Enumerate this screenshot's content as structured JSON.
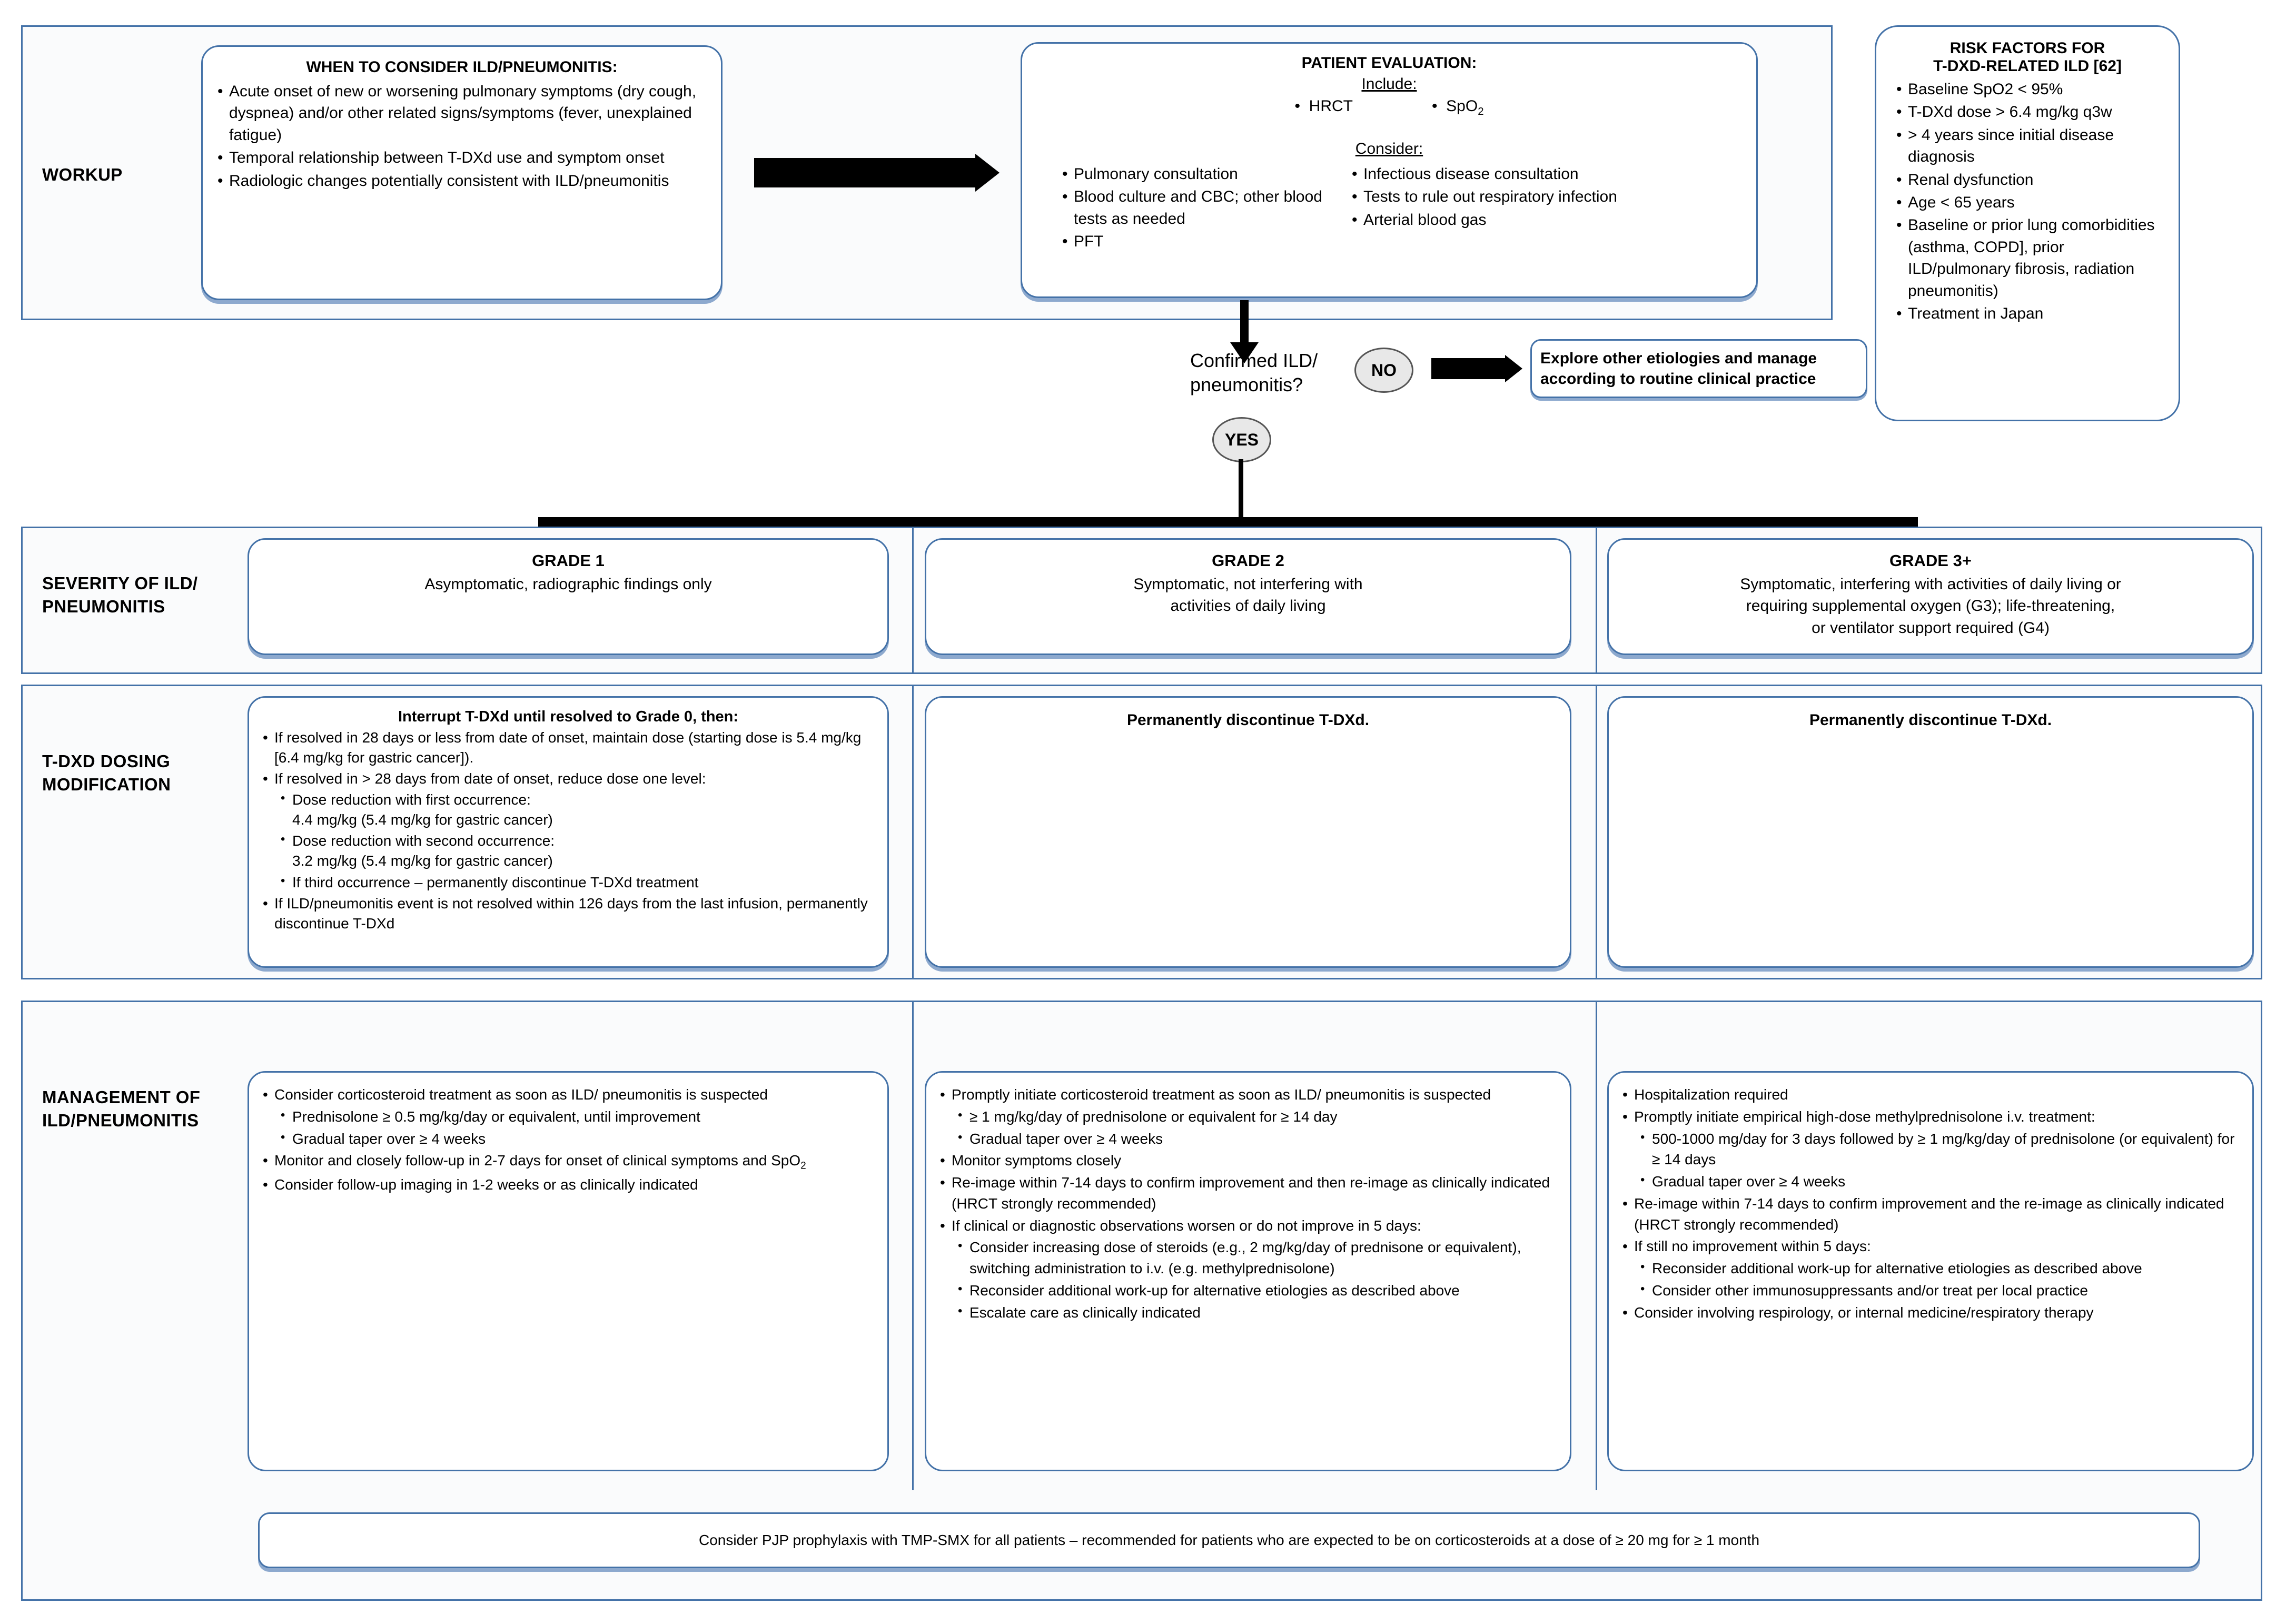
{
  "rows": {
    "workup_label": "WORKUP",
    "severity_label": "SEVERITY OF ILD/\nPNEUMONITIS",
    "dosing_label": "T-DXD DOSING\nMODIFICATION",
    "management_label": "MANAGEMENT OF\nILD/PNEUMONITIS"
  },
  "workup": {
    "when_to_consider": {
      "title": "WHEN TO CONSIDER ILD/PNEUMONITIS:",
      "bullets": [
        "Acute onset of new or worsening pulmonary symptoms (dry cough, dyspnea) and/or other related signs/symptoms (fever, unexplained fatigue)",
        "Temporal relationship between T-DXd use and symptom onset",
        "Radiologic changes potentially consistent with ILD/pneumonitis"
      ]
    },
    "patient_evaluation": {
      "title": "PATIENT EVALUATION:",
      "include_label": "Include:",
      "include_items": [
        "HRCT",
        "SpO2"
      ],
      "consider_label": "Consider:",
      "consider_left": [
        "Pulmonary consultation",
        "Blood culture and CBC; other blood tests as needed",
        "PFT"
      ],
      "consider_right": [
        "Infectious disease consultation",
        "Tests to rule out respiratory infection",
        "Arterial blood gas"
      ]
    }
  },
  "risk_factors": {
    "title_line1": "RISK FACTORS FOR",
    "title_line2": "T-DXD-RELATED ILD [62]",
    "items": [
      "Baseline SpO2 < 95%",
      "T-DXd dose > 6.4 mg/kg q3w",
      "> 4 years since initial disease diagnosis",
      "Renal dysfunction",
      "Age < 65 years",
      "Baseline or prior lung comorbidities (asthma, COPD], prior ILD/pulmonary fibrosis, radiation pneumonitis)",
      "Treatment in Japan"
    ]
  },
  "decision": {
    "question_line1": "Confirmed ILD/",
    "question_line2": "pneumonitis?",
    "no_label": "NO",
    "yes_label": "YES",
    "no_outcome_line1": "Explore other etiologies and manage",
    "no_outcome_line2": "according to routine clinical practice"
  },
  "severity": [
    {
      "title": "GRADE 1",
      "lines": [
        "Asymptomatic, radiographic findings only"
      ]
    },
    {
      "title": "GRADE 2",
      "lines": [
        "Symptomatic, not interfering with",
        "activities of daily living"
      ]
    },
    {
      "title": "GRADE 3+",
      "lines": [
        "Symptomatic, interfering with activities of daily living or",
        "requiring supplemental oxygen (G3); life-threatening,",
        "or ventilator support required (G4)"
      ]
    }
  ],
  "dosing": {
    "grade1": {
      "title": "Interrupt T-DXd until resolved to Grade 0, then:",
      "bullets": [
        {
          "text": "If resolved in 28 days or less from date of onset, maintain dose (starting dose is 5.4 mg/kg [6.4 mg/kg for gastric cancer]).",
          "sub": []
        },
        {
          "text": "If resolved in > 28 days from date of onset, reduce dose one level:",
          "sub": [
            "Dose reduction with first occurrence:\n4.4 mg/kg (5.4 mg/kg for gastric cancer)",
            "Dose reduction with second occurrence:\n3.2 mg/kg (5.4 mg/kg for gastric cancer)",
            "If third occurrence – permanently discontinue T-DXd treatment"
          ]
        },
        {
          "text": "If ILD/pneumonitis event is not resolved within 126 days from the last infusion, permanently discontinue T-DXd",
          "sub": []
        }
      ]
    },
    "grade2_title": "Permanently discontinue T-DXd.",
    "grade3_title": "Permanently discontinue T-DXd."
  },
  "management": {
    "grade1": [
      {
        "text": "Consider corticosteroid treatment as soon as ILD/ pneumonitis is suspected",
        "sub": [
          "Prednisolone ≥ 0.5 mg/kg/day or equivalent, until improvement",
          "Gradual taper over ≥ 4 weeks"
        ]
      },
      {
        "text": "Monitor and closely follow-up in 2-7 days for onset of clinical symptoms and SpO2",
        "sub": []
      },
      {
        "text": "Consider follow-up imaging in 1-2 weeks or as clinically indicated",
        "sub": []
      }
    ],
    "grade2": [
      {
        "text": "Promptly initiate corticosteroid treatment as soon as ILD/ pneumonitis is suspected",
        "sub": [
          "≥ 1 mg/kg/day of prednisolone or equivalent for ≥ 14 day",
          "Gradual taper over ≥ 4 weeks"
        ]
      },
      {
        "text": "Monitor symptoms closely",
        "sub": []
      },
      {
        "text": "Re-image within 7-14 days to confirm improvement and then re-image as clinically indicated (HRCT strongly recommended)",
        "sub": []
      },
      {
        "text": "If clinical or diagnostic observations worsen or do not improve in 5 days:",
        "sub": [
          "Consider increasing dose of steroids (e.g., 2 mg/kg/day of prednisone or equivalent), switching administration to i.v. (e.g. methylprednisolone)",
          "Reconsider additional work-up for alternative etiologies as described above",
          "Escalate care as clinically indicated"
        ]
      }
    ],
    "grade3": [
      {
        "text": "Hospitalization required",
        "sub": []
      },
      {
        "text": "Promptly initiate empirical high-dose methylprednisolone i.v. treatment:",
        "sub": [
          "500-1000 mg/day for 3 days followed by ≥ 1 mg/kg/day of prednisolone (or equivalent) for ≥ 14 days",
          "Gradual taper over ≥ 4 weeks"
        ]
      },
      {
        "text": "Re-image within 7-14 days to confirm improvement and the re-image as clinically indicated (HRCT strongly recommended)",
        "sub": []
      },
      {
        "text": "If still no improvement within 5 days:",
        "sub": [
          "Reconsider additional work-up for alternative etiologies as described above",
          "Consider other immunosuppressants and/or treat per local practice"
        ]
      },
      {
        "text": "Consider involving respirology, or internal medicine/respiratory therapy",
        "sub": []
      }
    ]
  },
  "footer": {
    "text": "Consider PJP prophylaxis with TMP-SMX for all patients – recommended for patients who are expected to be on corticosteroids at a dose of ≥ 20 mg for ≥ 1 month"
  },
  "colors": {
    "border_blue": "#4472A8",
    "shadow_blue": "#8DA9CE",
    "panel_bg": "#FAFBFC",
    "ellipse_fill": "#E8E8E8"
  }
}
